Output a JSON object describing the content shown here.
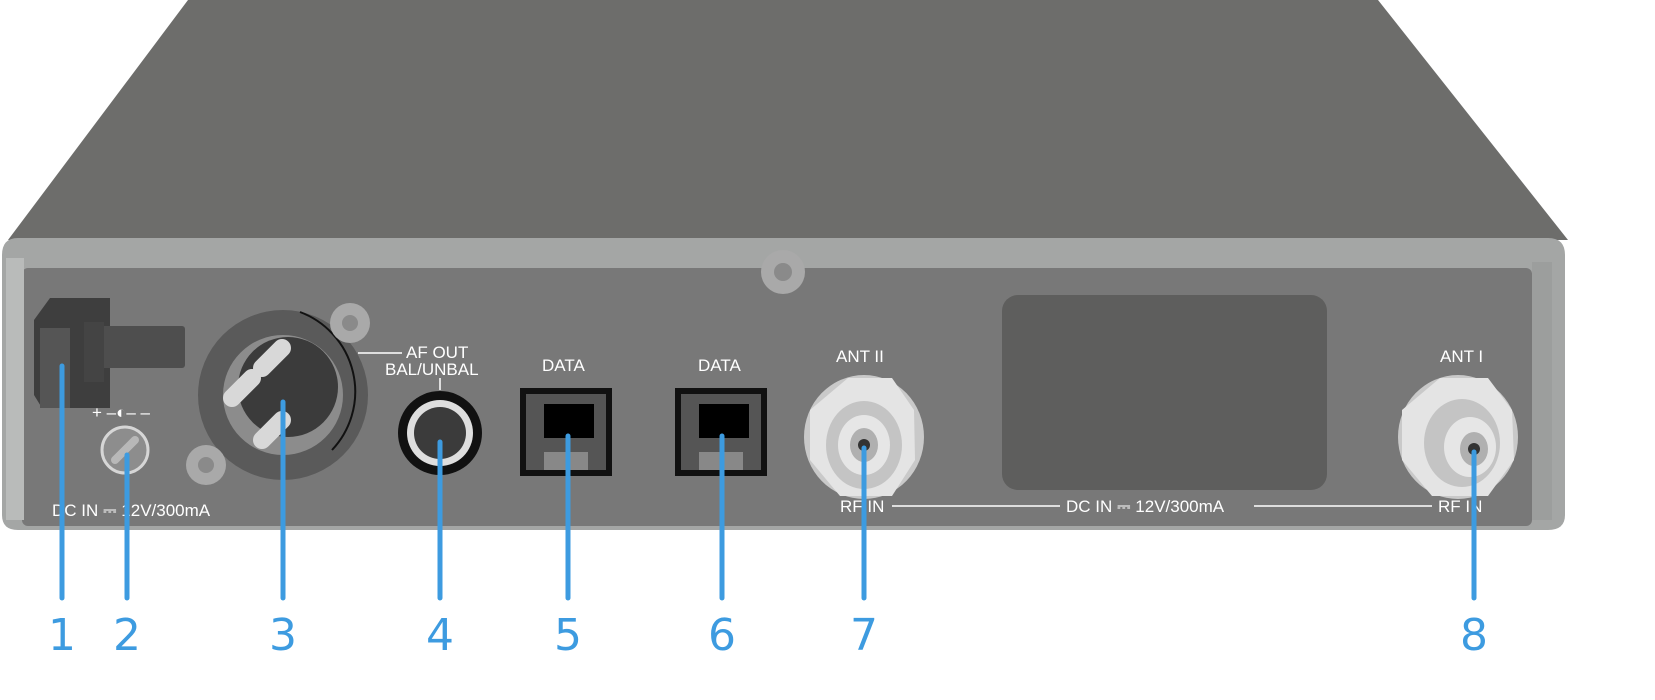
{
  "labels": {
    "af_out": "AF OUT",
    "bal_unbal": "BAL/UNBAL",
    "data_1": "DATA",
    "data_2": "DATA",
    "ant_2": "ANT II",
    "ant_1": "ANT I",
    "polarity": "+ –◐– –",
    "dc_in_left": "DC IN ⎓ 12V/300mA",
    "rf_in_left": "RF IN",
    "dc_in_center": "DC IN ⎓ 12V/300mA",
    "rf_in_right": "RF IN"
  },
  "callouts": [
    "1",
    "2",
    "3",
    "4",
    "5",
    "6",
    "7",
    "8"
  ],
  "colors": {
    "accent": "#3d9be0",
    "housing_top": "#6d6d6b",
    "panel": "#787878",
    "rim": "#a4a6a5"
  }
}
